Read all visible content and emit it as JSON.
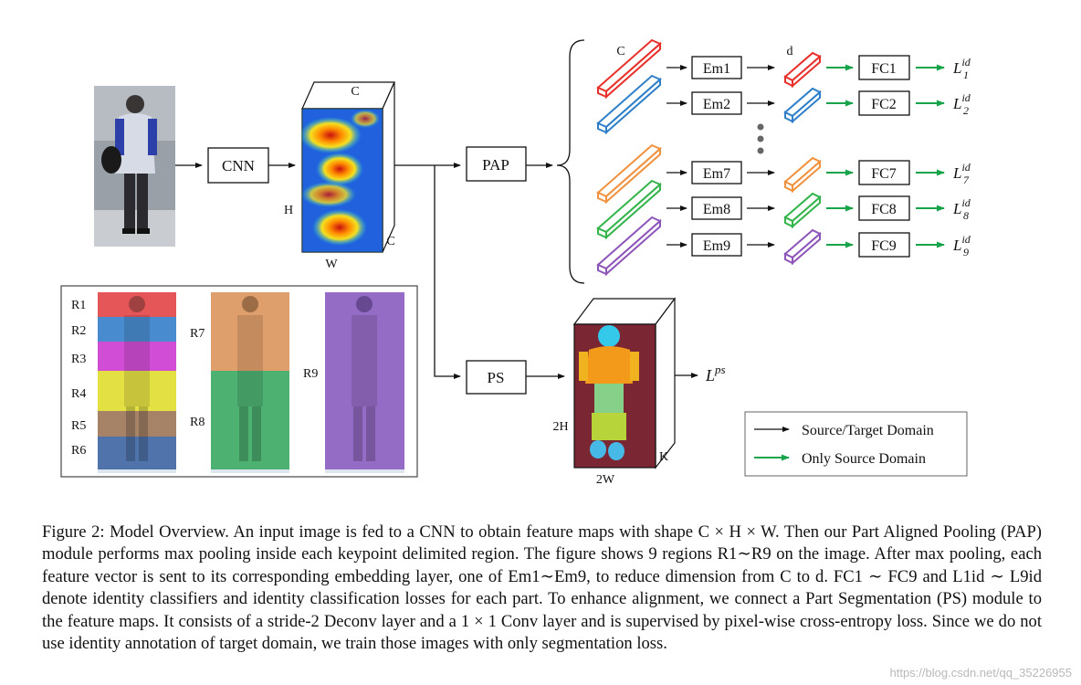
{
  "figure": {
    "cnn_label": "CNN",
    "pap_label": "PAP",
    "ps_label": "PS",
    "feature_dim_c": "C",
    "feature_dim_h": "H",
    "feature_dim_w": "W",
    "feature_corner_c": "C",
    "emb_dim_c": "C",
    "emb_dim_d": "d",
    "seg_dim_h": "2H",
    "seg_dim_w": "2W",
    "seg_dim_k": "K",
    "loss_ps": "L",
    "loss_ps_sup": "ps",
    "branches": [
      {
        "em": "Em1",
        "fc": "FC1",
        "loss": "L",
        "sup": "id",
        "sub": "1",
        "color": "#e8302b"
      },
      {
        "em": "Em2",
        "fc": "FC2",
        "loss": "L",
        "sup": "id",
        "sub": "2",
        "color": "#2f7fc8"
      },
      {
        "em": "Em7",
        "fc": "FC7",
        "loss": "L",
        "sup": "id",
        "sub": "7",
        "color": "#f0913e"
      },
      {
        "em": "Em8",
        "fc": "FC8",
        "loss": "L",
        "sup": "id",
        "sub": "8",
        "color": "#33b44a"
      },
      {
        "em": "Em9",
        "fc": "FC9",
        "loss": "L",
        "sup": "id",
        "sub": "9",
        "color": "#8d55b9"
      }
    ],
    "regions_a": [
      "R1",
      "R2",
      "R3",
      "R4",
      "R5",
      "R6"
    ],
    "regions_b": [
      "R7",
      "R8"
    ],
    "regions_c": [
      "R9"
    ],
    "legend": [
      {
        "label": "Source/Target Domain",
        "color": "#111111"
      },
      {
        "label": "Only Source Domain",
        "color": "#16a34a"
      }
    ]
  },
  "caption": {
    "text": "Figure 2: Model Overview. An input image is fed to a CNN to obtain feature maps with shape C × H × W. Then our Part Aligned Pooling (PAP) module performs max pooling inside each keypoint delimited region. The figure shows 9 regions R1∼R9 on the image. After max pooling, each feature vector is sent to its corresponding embedding layer, one of Em1∼Em9, to reduce dimension from C to d. FC1 ∼ FC9 and L1id ∼ L9id denote identity classifiers and identity classification losses for each part. To enhance alignment, we connect a Part Segmentation (PS) module to the feature maps. It consists of a stride-2 Deconv layer and a 1 × 1 Conv layer and is supervised by pixel-wise cross-entropy loss. Since we do not use identity annotation of target domain, we train those images with only segmentation loss."
  },
  "watermark": "https://blog.csdn.net/qq_35226955"
}
